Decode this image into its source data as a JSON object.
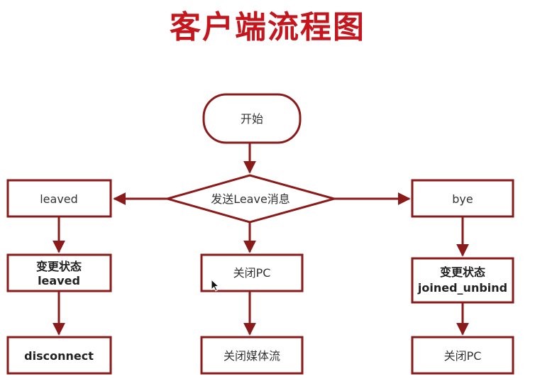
{
  "title": "客户端流程图",
  "colors": {
    "title": "#c4161c",
    "stroke": "#8b1a1a",
    "fill": "#ffffff"
  },
  "nodes": {
    "start": "开始",
    "decision": "发送Leave消息",
    "leaved": "leaved",
    "change_left_line1": "变更状态",
    "change_left_line2": "leaved",
    "disconnect": "disconnect",
    "close_pc_mid": "关闭PC",
    "close_media": "关闭媒体流",
    "bye": "bye",
    "change_right_line1": "变更状态",
    "change_right_line2": "joined_unbind",
    "close_pc_right": "关闭PC"
  },
  "icons": {
    "cursor": "mouse-pointer-icon"
  }
}
